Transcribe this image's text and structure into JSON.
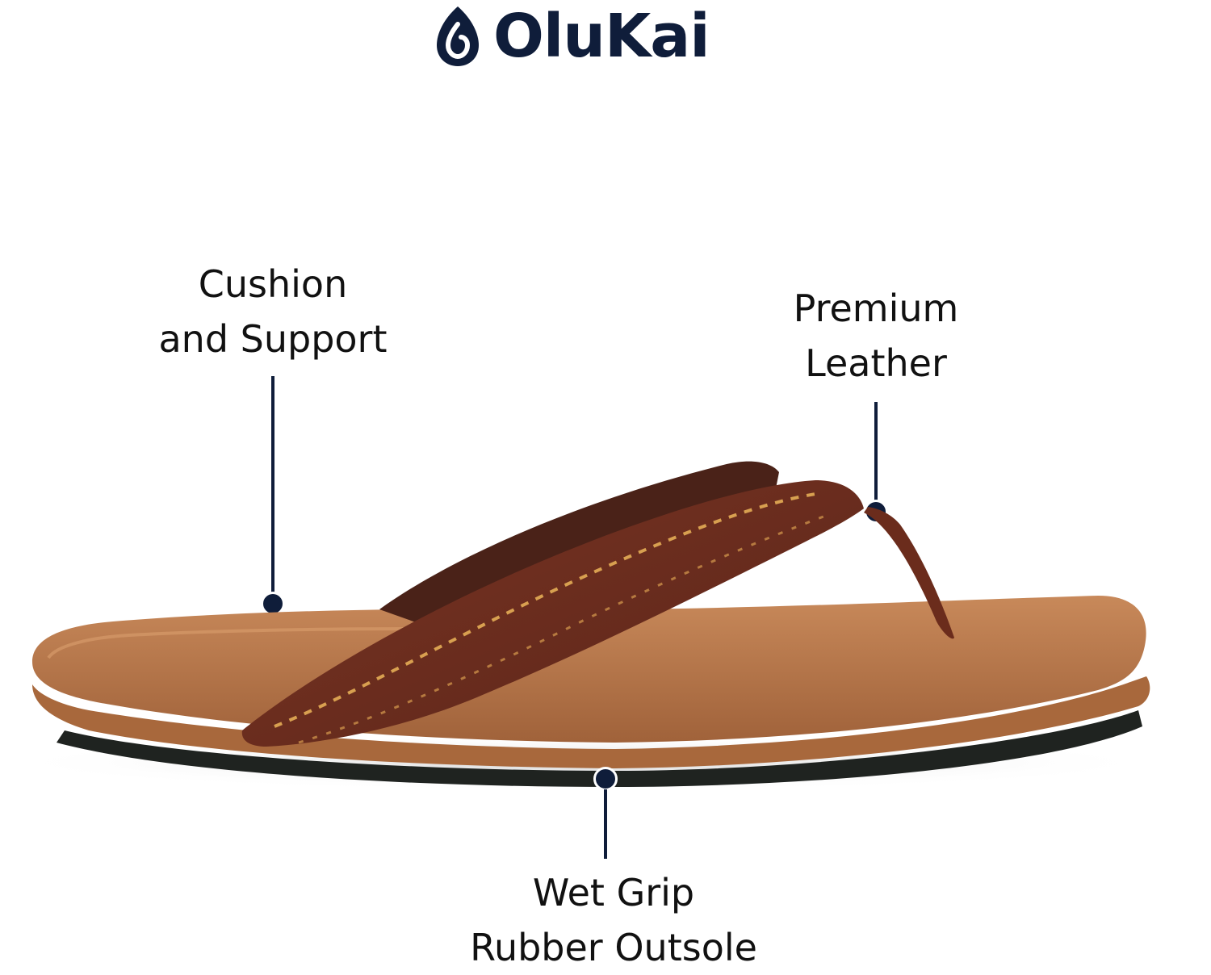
{
  "brand": {
    "name": "OluKai",
    "color": "#0f1d3a"
  },
  "callouts": {
    "cushion": {
      "line1": "Cushion",
      "line2": "and Support"
    },
    "leather": {
      "line1": "Premium",
      "line2": "Leather"
    },
    "outsole": {
      "line1": "Wet Grip",
      "line2": "Rubber Outsole"
    }
  },
  "colors": {
    "accent": "#0f1d3a",
    "footbed": "#b5784a",
    "strap": "#6b2c1c",
    "stitching": "#d8a050"
  },
  "product": {
    "icon": "flip-flop-sandal"
  }
}
